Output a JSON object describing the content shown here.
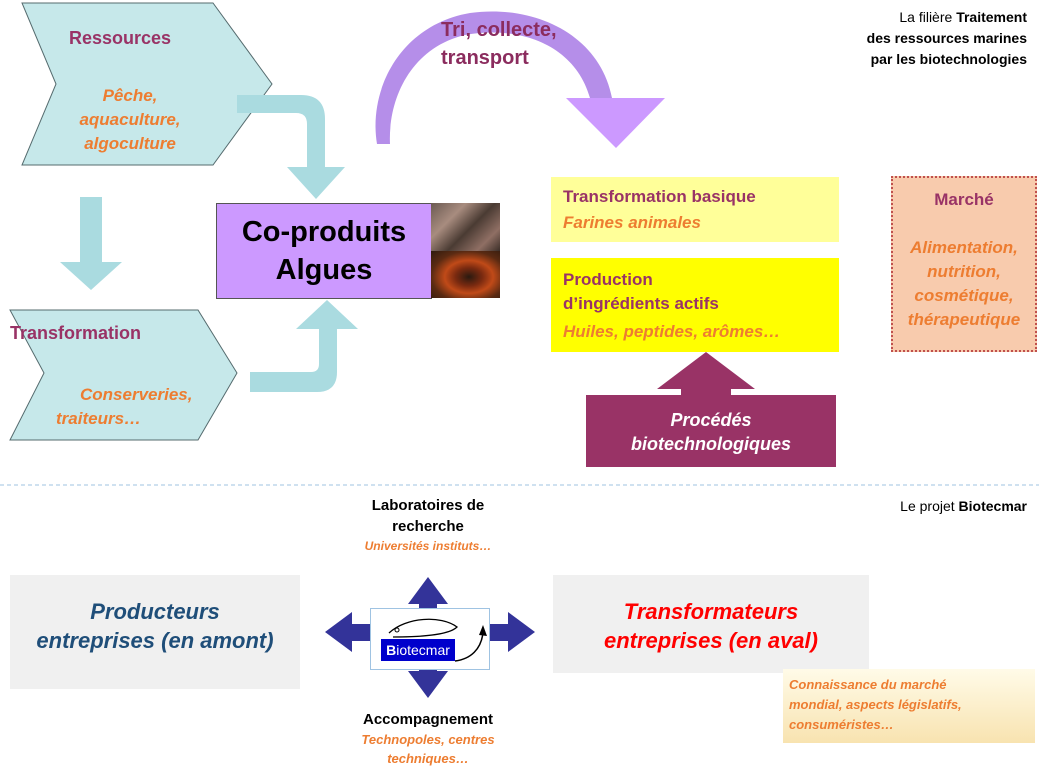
{
  "colors": {
    "teal_shape": "#c6e8ea",
    "teal_arrow": "#aadbe0",
    "violet_box": "#cc99ff",
    "violet_arrow": "#b58ee9",
    "maroon": "#993366",
    "orange": "#ed7d31",
    "yellow_light": "#ffff99",
    "yellow_bright": "#ffff00",
    "navy_arrow": "#333399",
    "grey_box": "#f0f0f0",
    "red_text": "#ff0000",
    "blue_text": "#1f4e79",
    "peach_box": "#f8cbad"
  },
  "header": {
    "filiere_prefix": "La filière ",
    "filiere_bold_1": "Traitement",
    "filiere_bold_2": "des ressources marines",
    "filiere_bold_3": "par les biotechnologies",
    "projet_prefix": "Le projet ",
    "projet_bold": "Biotecmar"
  },
  "ressources": {
    "title": "Ressources",
    "line1": "Pêche,",
    "line2": "aquaculture,",
    "line3": "algoculture"
  },
  "transformation": {
    "title": "Transformation",
    "line1": "Conserveries,",
    "line2": "traiteurs…"
  },
  "coproduits": {
    "line1": "Co-produits",
    "line2": "Algues"
  },
  "tri": {
    "line1": "Tri, collecte,",
    "line2": "transport"
  },
  "transformation_basique": {
    "title": "Transformation basique",
    "subtitle": "Farines animales"
  },
  "production": {
    "line1": "Production",
    "line2": "d’ingrédients actifs",
    "subtitle": "Huiles, peptides, arômes…"
  },
  "marche": {
    "title": "Marché",
    "line1": "Alimentation,",
    "line2": "nutrition,",
    "line3": "cosmétique,",
    "line4": "thérapeutique"
  },
  "procedes": {
    "line1": "Procédés",
    "line2": "biotechnologiques"
  },
  "laboratoires": {
    "line1": "Laboratoires de",
    "line2": "recherche",
    "subtitle": "Universités instituts…"
  },
  "producteurs": {
    "line1": "Producteurs",
    "line2": "entreprises (en amont)"
  },
  "transformateurs": {
    "line1": "Transformateurs",
    "line2": "entreprises (en aval)"
  },
  "logo": {
    "first_letter": "B",
    "rest": "iotecmar"
  },
  "accompagnement": {
    "title": "Accompagnement",
    "line1": "Technopoles, centres",
    "line2": "techniques…"
  },
  "connaissance": {
    "line1": "Connaissance du marché",
    "line2": "mondial, aspects législatifs,",
    "line3": "consuméristes…"
  }
}
